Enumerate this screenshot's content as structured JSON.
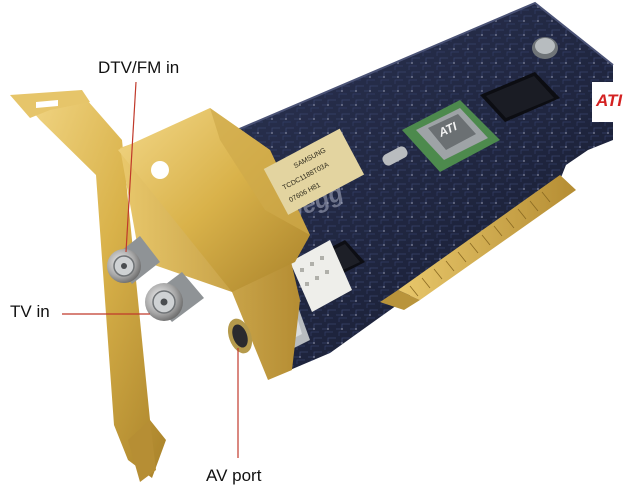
{
  "diagram": {
    "callouts": {
      "dtv_fm_in": "DTV/FM in",
      "tv_in": "TV in",
      "av_port": "AV port"
    },
    "board": {
      "brand_logo": "ATI",
      "chip_logo": "ATI",
      "tuner_label_lines": [
        "SAMSUNG",
        "TCDC1188T03A",
        "07606  H81"
      ],
      "watermark": "newegg"
    }
  },
  "colors": {
    "bracket_gold": "#d9b24a",
    "pcb_dark_blue": "#1f2540",
    "gold_fingers": "#c9a64a",
    "callout_line": "#c0392b",
    "logo_red": "#d42222"
  }
}
